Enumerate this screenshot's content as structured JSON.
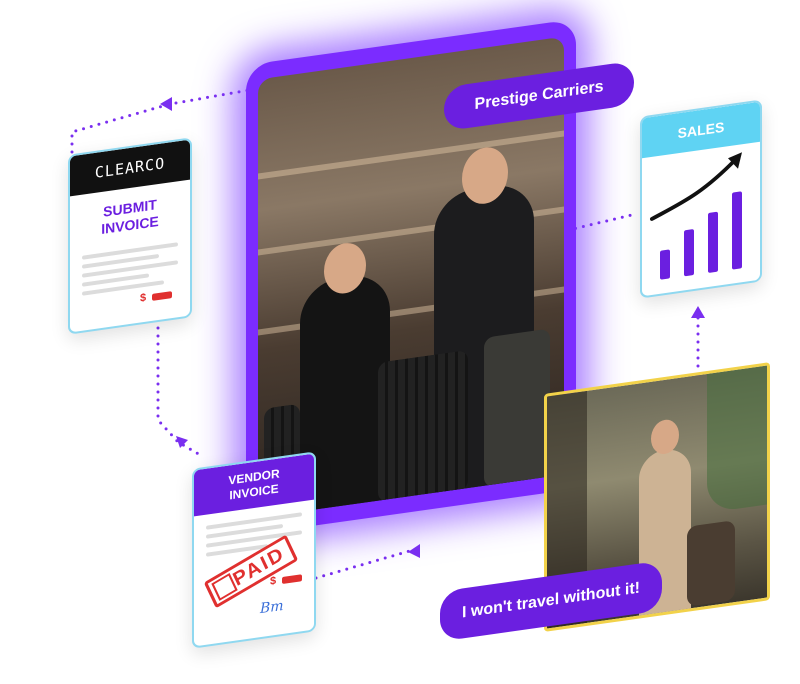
{
  "main_photo": {
    "caption": "Prestige Carriers"
  },
  "testimonial": {
    "quote": "I won't travel without it!"
  },
  "card_clearco": {
    "brand": "CLEARCO",
    "title_line1": "SUBMIT",
    "title_line2": "INVOICE",
    "currency": "$"
  },
  "card_sales": {
    "title": "SALES",
    "bar_levels": [
      0.35,
      0.55,
      0.72,
      0.92
    ]
  },
  "card_vendor": {
    "title_line1": "VENDOR",
    "title_line2": "INVOICE",
    "stamp": "PAID",
    "currency": "$",
    "signature": "Bm"
  },
  "colors": {
    "accent": "#6b1fe0",
    "link_dots": "#7a2ff0",
    "stamp_red": "#e0302f",
    "sales_header": "#5fd3f3",
    "photo_frame": "#f2d24a"
  }
}
